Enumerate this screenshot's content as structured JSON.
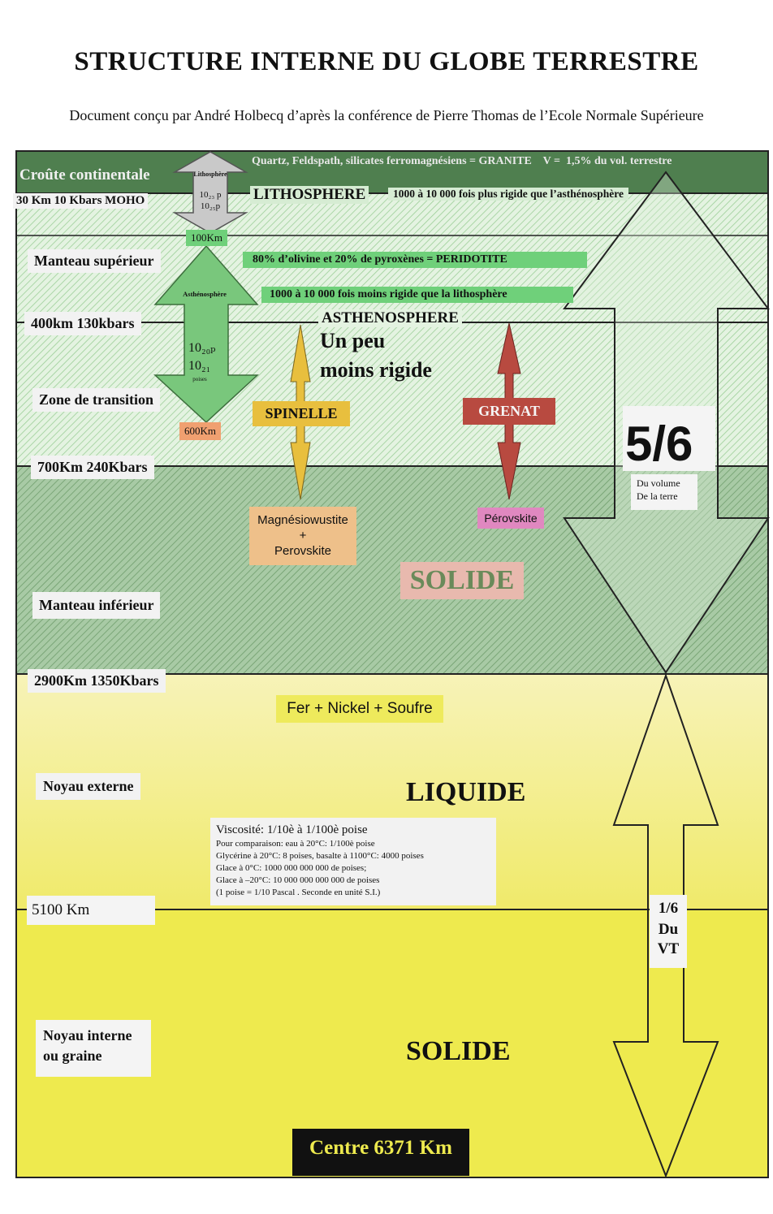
{
  "title": "STRUCTURE INTERNE DU GLOBE TERRESTRE",
  "subtitle": "Document conçu par André Holbecq d’après la conférence de Pierre Thomas de l’Ecole Normale Supérieure",
  "crust": {
    "label": "Croûte continentale",
    "composition": "Quartz, Feldspath, silicates ferromagnésiens = GRANITE    V =  1,5% du vol. terrestre",
    "moho": "30 Km  10 Kbars  MOHO",
    "lithosphere_small": "Lithosphère",
    "visc_1": "10₂₃ p",
    "visc_2": "10₂₅p",
    "lithosphere": "LITHOSPHERE",
    "lithosphere_note": "1000 à 10 000 fois plus rigide que l’asthénosphère"
  },
  "upper_mantle": {
    "depth_100": "100Km",
    "label": "Manteau supérieur",
    "composition": "80% d’olivine     et 20% de pyroxènes = PERIDOTITE",
    "asthenosphere_small": "Asthénosphère",
    "rigidity_note": "1000 à 10 000 fois moins rigide que la lithosphère",
    "depth_400": "400km 130kbars",
    "asthenosphere": "ASTHENOSPHERE",
    "less_rigid_1": "Un peu",
    "less_rigid_2": "moins rigide",
    "visc_3": "10₂₀ₚ",
    "visc_4": "10₂₁",
    "visc_unit": "poises",
    "transition": "Zone de transition",
    "spinelle": "SPINELLE",
    "grenat": "GRENAT",
    "depth_600": "600Km",
    "depth_700": "700Km 240Kbars"
  },
  "volume_upper": {
    "fraction": "5/6",
    "text_1": "Du volume",
    "text_2": "De la terre"
  },
  "lower_mantle": {
    "mineral_1": "Magnésiowustite",
    "plus": "+",
    "mineral_2": "Perovskite",
    "perovskite": "Pérovskite",
    "state": "SOLIDE",
    "label": "Manteau inférieur"
  },
  "outer_core": {
    "depth": "2900Km 1350Kbars",
    "composition": "Fer + Nickel + Soufre",
    "label": "Noyau externe",
    "state": "LIQUIDE",
    "viscosity_title": "Viscosité: 1/10è à 1/100è poise",
    "viscosity_lines": [
      "Pour comparaison: eau à 20°C: 1/100è poise",
      "Glycérine à 20°C: 8 poises, basalte à 1100°C: 4000 poises",
      "Glace à 0°C: 1000 000 000 000 de poises;",
      "Glace à –20°C: 10 000 000 000 000 de poises",
      "(1 poise =  1/10 Pascal  . Seconde en unité S.I.)"
    ]
  },
  "inner_core": {
    "depth": "5100 Km",
    "volume_1": "1/6",
    "volume_2": "Du",
    "volume_3": "VT",
    "label_1": "Noyau interne",
    "label_2": "ou graine",
    "state": "SOLIDE",
    "center": "Centre 6371 Km"
  },
  "colors": {
    "crust": "#4e7d4e",
    "lithosphere": "#cfeacb",
    "upper_mantle": "#d8efd4",
    "lower_mantle": "#9cc49a",
    "outer_core": "#f5f0a0",
    "inner_core": "#eeea50",
    "arrow_green": "#79c77c",
    "spinelle": "#e8c040",
    "grenat": "#b84a40"
  }
}
